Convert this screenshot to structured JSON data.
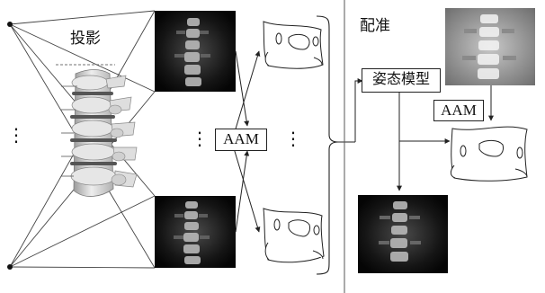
{
  "labels": {
    "projection": "投影",
    "registration": "配准",
    "pose_model": "姿态模型",
    "aam_center": "AAM",
    "aam_right": "AAM"
  },
  "ellipsis": "⋮",
  "colors": {
    "line": "#222222",
    "xray_dark": "#0c0c0c",
    "xray_light": "#9a9a9a",
    "spine_light": "#e4e4e4",
    "spine_dark": "#a8a8a8",
    "disc": "#555555"
  }
}
